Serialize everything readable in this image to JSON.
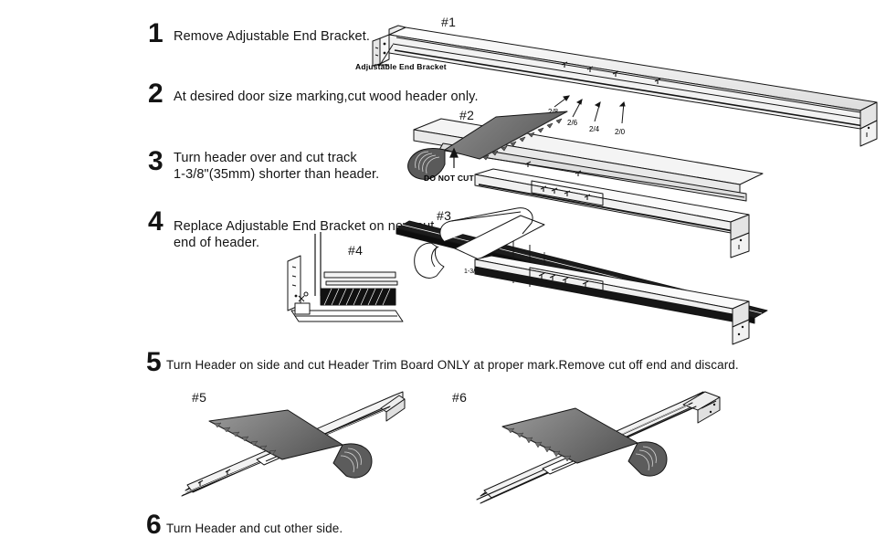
{
  "document": {
    "type": "assembly-instruction-diagram",
    "title": "Header Cutting Instructions",
    "background_color": "#ffffff",
    "ink_color": "#141414"
  },
  "steps": [
    {
      "number": "1",
      "text": "Remove Adjustable End Bracket."
    },
    {
      "number": "2",
      "text": "At desired door size marking,cut wood header only."
    },
    {
      "number": "3",
      "text": "Turn header over and cut track\n1-3/8\"(35mm) shorter than header."
    },
    {
      "number": "4",
      "text": "Replace Adjustable End Bracket on new cut\nend of header."
    },
    {
      "number": "5",
      "text": "Turn Header on side and cut Header Trim Board ONLY at proper mark.Remove cut off end and discard."
    },
    {
      "number": "6",
      "text": "Turn Header and cut other side."
    }
  ],
  "panel_tags": [
    {
      "label": "#1"
    },
    {
      "label": "#2"
    },
    {
      "label": "#3"
    },
    {
      "label": "#4"
    },
    {
      "label": "#5"
    },
    {
      "label": "#6"
    }
  ],
  "callouts": {
    "adjustable_end_bracket": "Adjustable End Bracket",
    "do_not_cut_track": "DO NOT CUT TRACK",
    "track_dimension": "1-3/8\"(35mm)"
  },
  "door_size_markings": [
    {
      "label": "2/8"
    },
    {
      "label": "2/6"
    },
    {
      "label": "2/4"
    },
    {
      "label": "2/0"
    }
  ],
  "colors": {
    "line": "#141414",
    "saw_blade_fill": "#6b6b6b",
    "saw_blade_light": "#9a9a9a",
    "metal_light": "#e8e8e8",
    "metal_mid": "#c9c9c9",
    "metal_dark": "#8f8f8f",
    "track_dark": "#1a1a1a"
  }
}
